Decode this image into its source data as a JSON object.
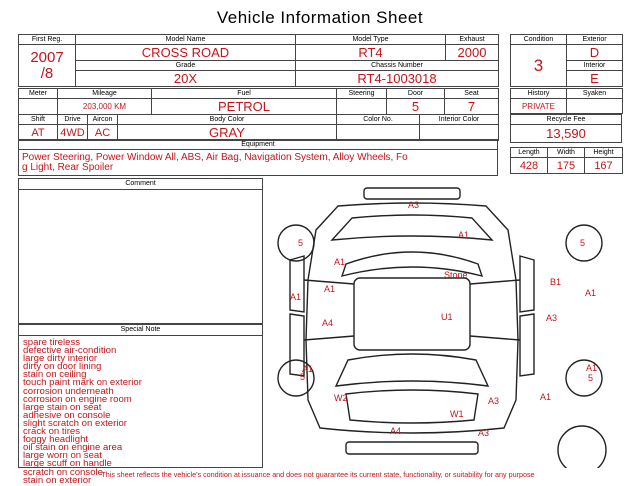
{
  "title": "Vehicle Information Sheet",
  "header": {
    "first_reg_label": "First Reg.",
    "first_reg_year": "2007",
    "first_reg_month": "/8",
    "model_name_label": "Model Name",
    "model_name": "CROSS ROAD",
    "model_type_label": "Model Type",
    "model_type": "RT4",
    "exhaust_label": "Exhaust",
    "exhaust": "2000",
    "grade_label": "Grade",
    "grade": "20X",
    "chassis_label": "Chassis Number",
    "chassis": "RT4-1003018",
    "condition_label": "Condition",
    "condition": "3",
    "exterior_label": "Exterior",
    "exterior": "D",
    "interior_label": "Interior",
    "interior": "E"
  },
  "row2": {
    "meter_label": "Meter",
    "mileage_label": "Mileage",
    "mileage": "203,000 KM",
    "fuel_label": "Fuel",
    "fuel": "PETROL",
    "steering_label": "Steering",
    "steering": "",
    "door_label": "Door",
    "door": "5",
    "seat_label": "Seat",
    "seat": "7",
    "history_label": "History",
    "history": "PRIVATE",
    "syaken_label": "Syaken",
    "syaken": ""
  },
  "row3": {
    "shift_label": "Shift",
    "shift": "AT",
    "drive_label": "Drive",
    "drive": "4WD",
    "aircon_label": "Aircon",
    "aircon": "AC",
    "body_color_label": "Body Color",
    "body_color": "GRAY",
    "color_no_label": "Color No.",
    "color_no": "",
    "interior_color_label": "Interior Color",
    "interior_color": "",
    "recycle_label": "Recycle Fee",
    "recycle": "13,590"
  },
  "equipment": {
    "label": "Equipment",
    "text_line1": "Power Steering, Power Window  All, ABS, Air Bag, Navigation System, Alloy Wheels, Fo",
    "text_line2": "g Light, Rear Spoiler"
  },
  "dimensions": {
    "length_label": "Length",
    "length": "428",
    "width_label": "Width",
    "width": "175",
    "height_label": "Height",
    "height": "167"
  },
  "comment": {
    "label": "Comment",
    "text": ""
  },
  "special_note": {
    "label": "Special Note",
    "items": [
      "spare tireless",
      "defective air-condition",
      "large dirty interior",
      "dirty on door lining",
      "stain on ceiling",
      "touch paint mark on exterior",
      "corrosion underneath",
      "corrosion on engine room",
      "large stain on seat",
      "adhesive on console",
      "slight scratch on exterior",
      "crack on tires",
      "foggy headlight",
      "oil stain on engine area",
      "large worn on seat",
      "large scuff on handle",
      "scratch on console",
      "stain on exterior"
    ]
  },
  "diagram_marks": {
    "rear_bumper": "A3",
    "roof_rear": "A1",
    "wheel_rear_left": "5",
    "wheel_rear_right": "5",
    "quarter_left": "A1",
    "quarter_right": "B1",
    "body_left": "A1",
    "body_right": "A1",
    "roof_center": "Stone",
    "roof_main": "U1",
    "door_left_rear": "A1",
    "door_left_front": "A4",
    "door_right": "A3",
    "wheel_front_left_a": "A1",
    "wheel_front_left_b": "5",
    "wheel_front_right_a": "A1",
    "wheel_front_right_b": "5",
    "fender_left": "W2",
    "fender_right": "A1",
    "windshield": "W1",
    "bonnet": "A3",
    "front_bumper_left": "A4",
    "front_bumper_right": "A3"
  },
  "footer": "This sheet reflects the vehicle's condition at issuance and does not guarantee its current state, functionality, or suitability for any purpose"
}
